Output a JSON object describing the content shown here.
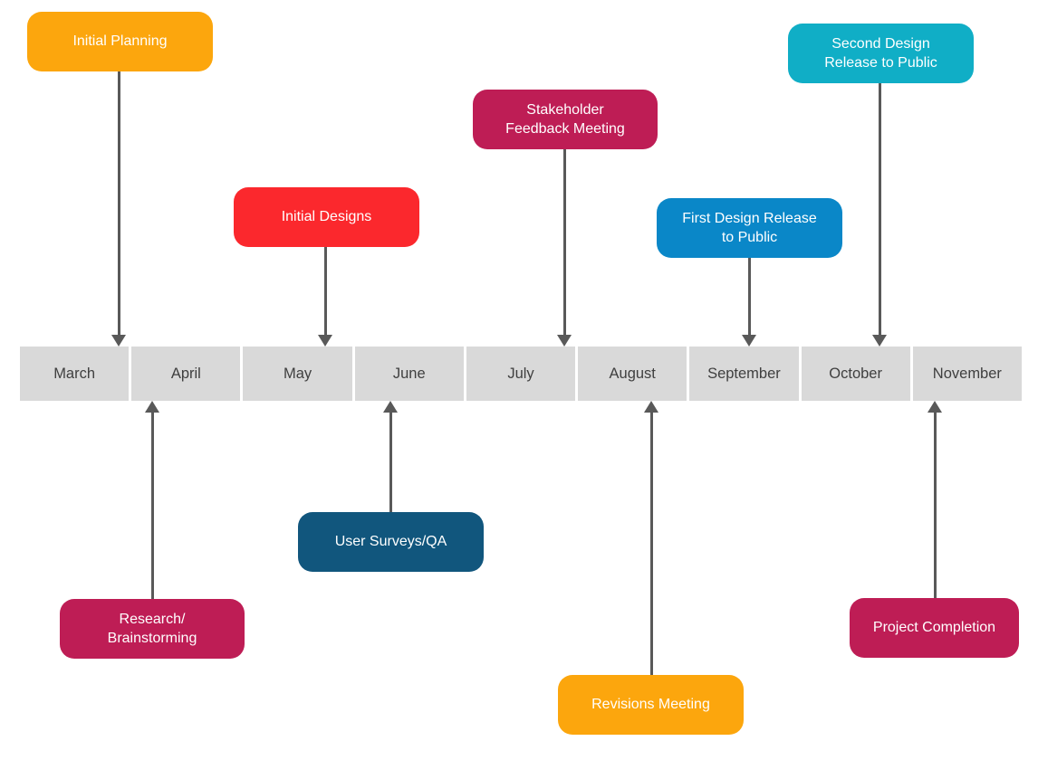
{
  "diagram": {
    "type": "timeline",
    "orientation": "horizontal"
  },
  "colors": {
    "amber": "#FCA60D",
    "crimson": "#BE1D55",
    "red": "#FB282D",
    "navy": "#11567D",
    "blue": "#0A87C8",
    "teal": "#10AEC6",
    "timeline_cell": "#D9D9D9",
    "month_text": "#3F3F3F",
    "arrow": "#595959",
    "event_text": "#FFFFFF",
    "background": "#FFFFFF"
  },
  "timeline": {
    "months": [
      "March",
      "April",
      "May",
      "June",
      "July",
      "August",
      "September",
      "October",
      "November"
    ]
  },
  "events": [
    {
      "label": "Initial Planning",
      "month": "March",
      "side": "above",
      "color": "#FCA60D",
      "text_color": "#FFFFFF"
    },
    {
      "label": "Research/\nBrainstorming",
      "month": "April",
      "side": "below",
      "color": "#BE1D55",
      "text_color": "#FFFFFF"
    },
    {
      "label": "Initial Designs",
      "month": "May",
      "side": "above",
      "color": "#FB282D",
      "text_color": "#FFFFFF"
    },
    {
      "label": "User Surveys/QA",
      "month": "June",
      "side": "below",
      "color": "#11567D",
      "text_color": "#FFFFFF"
    },
    {
      "label": "Stakeholder\nFeedback Meeting",
      "month": "July",
      "side": "above",
      "color": "#BE1D55",
      "text_color": "#FFFFFF"
    },
    {
      "label": "Revisions Meeting",
      "month": "August",
      "side": "below",
      "color": "#FCA60D",
      "text_color": "#FFFFFF"
    },
    {
      "label": "First Design Release\nto Public",
      "month": "September",
      "side": "above",
      "color": "#0A87C8",
      "text_color": "#FFFFFF"
    },
    {
      "label": "Second Design\nRelease to Public",
      "month": "October",
      "side": "above",
      "color": "#10AEC6",
      "text_color": "#FFFFFF"
    },
    {
      "label": "Project Completion",
      "month": "November",
      "side": "below",
      "color": "#BE1D55",
      "text_color": "#FFFFFF"
    }
  ]
}
